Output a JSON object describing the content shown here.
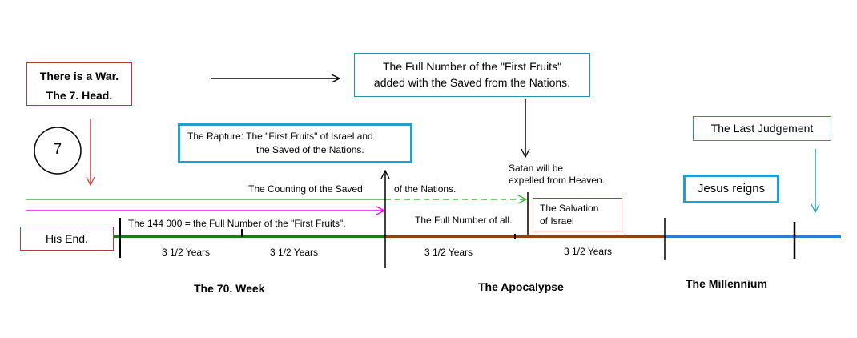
{
  "boxes": {
    "war_line1": "There is a War.",
    "war_line2": "The 7. Head.",
    "full_number_line1": "The Full Number of the \"First Fruits\"",
    "full_number_line2": "added with the Saved from the Nations.",
    "rapture_line1": "The Rapture:  The \"First Fruits\" of Israel and",
    "rapture_line2": "the Saved of the Nations.",
    "last_judgement": "The Last Judgement",
    "jesus_reigns": "Jesus reigns",
    "salvation_line1": "The Salvation",
    "salvation_line2": "of Israel",
    "his_end": "His End."
  },
  "circle_label": "7",
  "labels": {
    "satan_line1": "Satan will be",
    "satan_line2": "expelled from Heaven.",
    "counting_saved": "The Counting of the Saved",
    "of_nations": "of the Nations.",
    "full_number_all": "The Full Number of all.",
    "first_fruits_144": "The 144 000  =  the Full Number of the \"First Fruits\"."
  },
  "durations": [
    "3 1/2 Years",
    "3 1/2 Years",
    "3 1/2 Years",
    "3 1/2 Years"
  ],
  "periods": {
    "week70": "The  70.  Week",
    "apocalypse": "The Apocalypse",
    "millennium": "The Millennium"
  },
  "colors": {
    "week_segment": "#1e7a1e",
    "apocalypse_segment": "#8b4513",
    "millennium_segment": "#2a7fd4",
    "green_arrow": "#3cb53c",
    "magenta_arrow": "#ff00ff",
    "red_arrow": "#c84040",
    "teal_arrow": "#2aa0b8"
  }
}
